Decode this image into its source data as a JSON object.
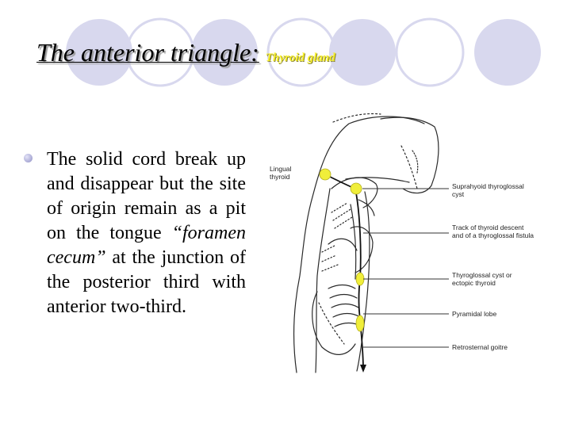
{
  "slide": {
    "title_main": "The anterior triangle:",
    "title_sub": "Thyroid gland",
    "bullet": {
      "part1": "The solid cord break up and disappear but the site of origin remain as a pit on the tongue ",
      "term": "“foramen cecum”",
      "part2": " at the junction of the posterior third with anterior two-third."
    }
  },
  "figure": {
    "labels": {
      "lingual": "Lingual",
      "lingual2": "thyroid",
      "suprahyoid": "Suprahyoid thyroglossal",
      "suprahyoid2": "cyst",
      "tract": "Track of thyroid descent",
      "tract2": "and of a thyroglossal fistula",
      "ectopic": "Thyroglossal cyst or",
      "ectopic2": "ectopic thyroid",
      "pyramidal": "Pyramidal lobe",
      "retrosternal": "Retrosternal goitre"
    },
    "marker_color": "#f0ee3a"
  },
  "theme": {
    "circle_color": "#d8d8ee"
  }
}
